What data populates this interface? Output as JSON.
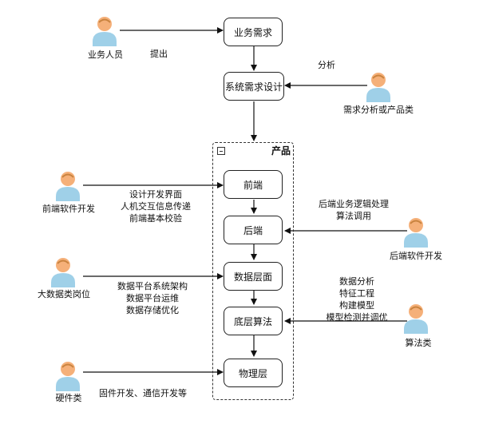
{
  "nodes": {
    "business_requirement": "业务需求",
    "system_design": "系统需求设计",
    "frontend": "前端",
    "backend": "后端",
    "data_layer": "数据层面",
    "base_algorithm": "底层算法",
    "physical_layer": "物理层"
  },
  "group": {
    "title": "产品"
  },
  "actors": {
    "business_staff": "业务人员",
    "analyst": "需求分析或产品类",
    "frontend_dev": "前端软件开发",
    "backend_dev": "后端软件开发",
    "bigdata": "大数据类岗位",
    "algorithm": "算法类",
    "hardware": "硬件类"
  },
  "edge_labels": {
    "propose": "提出",
    "analyze": "分析",
    "frontend_tasks": [
      "设计开发界面",
      "人机交互信息传递",
      "前端基本校验"
    ],
    "backend_tasks": [
      "后端业务逻辑处理",
      "算法调用"
    ],
    "data_tasks": [
      "数据平台系统架构",
      "数据平台运维",
      "数据存储优化"
    ],
    "algo_tasks": [
      "数据分析",
      "特征工程",
      "构建模型",
      "模型检测并调优"
    ],
    "hardware_tasks": "固件开发、通信开发等"
  },
  "colors": {
    "actor_fill": "#f5b079",
    "actor_body": "#fbd8b3",
    "actor_shirt": "#9fd0e8"
  }
}
